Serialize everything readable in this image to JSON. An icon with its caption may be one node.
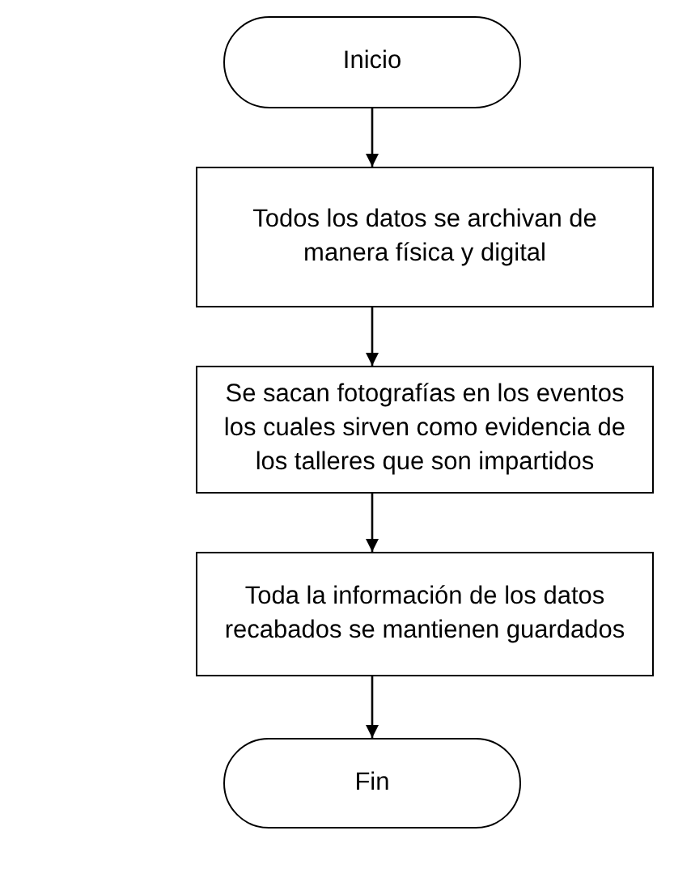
{
  "diagram": {
    "nodes": [
      {
        "text": [
          "Inicio"
        ]
      },
      {
        "text": [
          "Todos los datos se archivan de manera física y digital"
        ]
      },
      {
        "text": [
          "Se sacan fotografías en los eventos los cuales sirven como evidencia de los talleres que son impartidos"
        ]
      },
      {
        "text": [
          "Toda la información de los datos recabados se mantienen guardados"
        ]
      },
      {
        "text": [
          "Fin"
        ]
      }
    ],
    "edges": [
      {
        "from": 0,
        "to": 1,
        "arrow": "to"
      },
      {
        "from": 1,
        "to": 2,
        "arrow": "to"
      },
      {
        "from": 2,
        "to": 3,
        "arrow": "to"
      },
      {
        "from": 3,
        "to": 4,
        "arrow": "to"
      }
    ]
  }
}
